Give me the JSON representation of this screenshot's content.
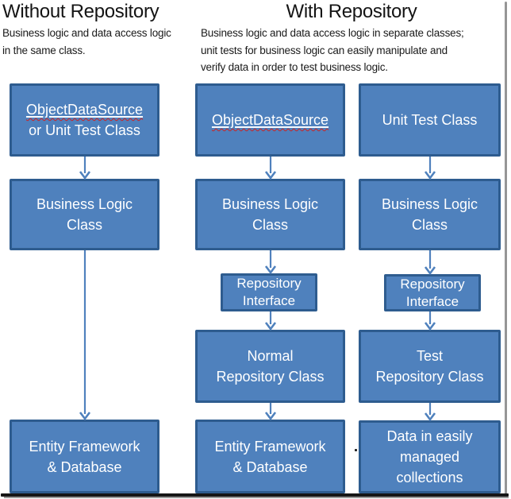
{
  "header": {
    "left": {
      "title": "Without Repository",
      "description": [
        "Business logic and data access logic",
        "in the same class."
      ]
    },
    "right": {
      "title": "With Repository",
      "description": [
        "Business logic and data access logic in separate classes;",
        "unit tests for business logic can easily manipulate and",
        "verify data in order to test business logic."
      ]
    }
  },
  "boxes": {
    "left_source": {
      "lines": [
        "ObjectDataSource",
        "or Unit Test Class"
      ]
    },
    "left_business": {
      "lines": [
        "Business Logic",
        "Class"
      ]
    },
    "left_ef": {
      "lines": [
        "Entity Framework",
        "& Database"
      ]
    },
    "mid_source": {
      "lines": [
        "ObjectDataSource"
      ]
    },
    "mid_business": {
      "lines": [
        "Business Logic",
        "Class"
      ]
    },
    "mid_repo_interface": {
      "lines": [
        "Repository",
        "Interface"
      ]
    },
    "mid_normal_repo": {
      "lines": [
        "Normal",
        "Repository Class"
      ]
    },
    "mid_ef": {
      "lines": [
        "Entity Framework",
        "& Database"
      ]
    },
    "right_unit_test": {
      "lines": [
        "Unit Test Class"
      ]
    },
    "right_business": {
      "lines": [
        "Business Logic",
        "Class"
      ]
    },
    "right_repo_interface": {
      "lines": [
        "Repository",
        "Interface"
      ]
    },
    "right_test_repo": {
      "lines": [
        "Test",
        "Repository Class"
      ]
    },
    "right_data": {
      "lines": [
        "Data in easily",
        "managed",
        "collections"
      ]
    }
  },
  "stray_mark": ".",
  "colors": {
    "box_fill": "#4f81bd",
    "box_border": "#2e5c8f",
    "arrow": "#4f81bd",
    "box_text": "#ffffff",
    "heading_text": "#141414",
    "spellcheck_underline": "#cc2222",
    "frame_gray": "#969696",
    "frame_black": "#161616"
  }
}
